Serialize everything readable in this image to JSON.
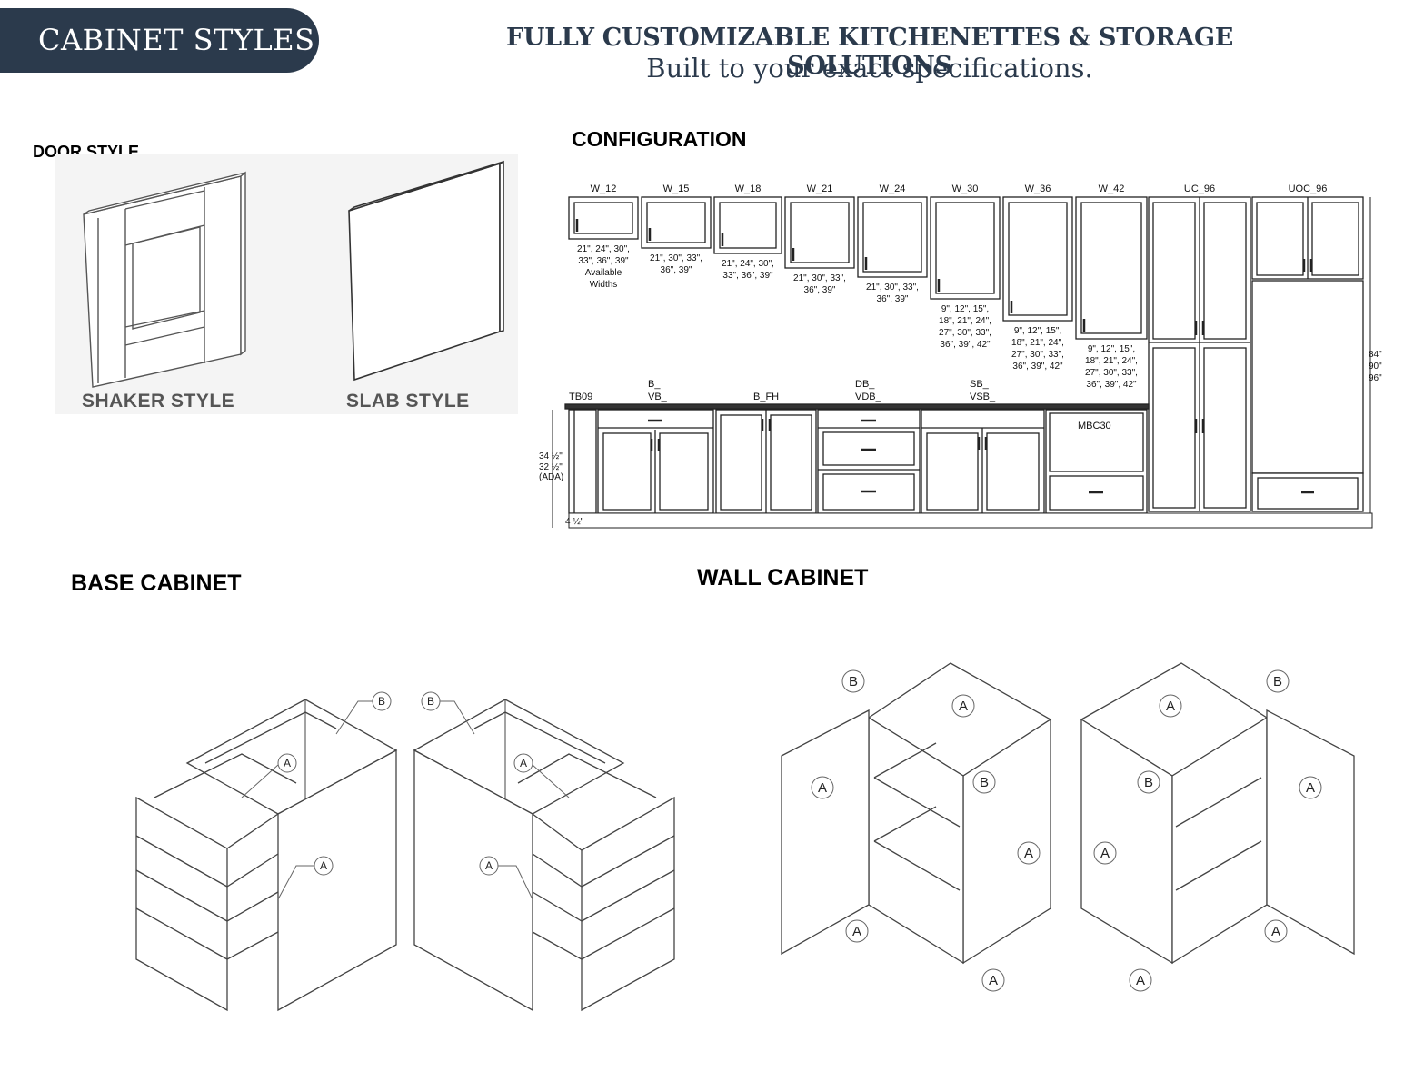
{
  "header": {
    "tab_title": "CABINET STYLES",
    "headline": "FULLY CUSTOMIZABLE KITCHENETTES & STORAGE SOLUTIONS",
    "subheadline": "Built to your exact specifications."
  },
  "door_style": {
    "heading": "DOOR STYLE",
    "shaker_label": "SHAKER STYLE",
    "slab_label": "SLAB STYLE"
  },
  "configuration": {
    "heading": "CONFIGURATION",
    "wall_units": [
      {
        "code": "W_12",
        "widths": [
          "21\", 24\", 30\",",
          "33\", 36\", 39\"",
          "Available",
          "Widths"
        ]
      },
      {
        "code": "W_15",
        "widths": [
          "21\", 30\", 33\",",
          "36\", 39\""
        ]
      },
      {
        "code": "W_18",
        "widths": [
          "21\", 24\", 30\",",
          "33\", 36\", 39\""
        ]
      },
      {
        "code": "W_21",
        "widths": [
          "21\", 30\", 33\",",
          "36\", 39\""
        ]
      },
      {
        "code": "W_24",
        "widths": [
          "21\", 30\", 33\",",
          "36\", 39\""
        ]
      },
      {
        "code": "W_30",
        "widths": [
          "9\", 12\", 15\",",
          "18\", 21\", 24\",",
          "27\", 30\", 33\",",
          "36\", 39\", 42\""
        ]
      },
      {
        "code": "W_36",
        "widths": [
          "9\", 12\", 15\",",
          "18\", 21\", 24\",",
          "27\", 30\", 33\",",
          "36\", 39\", 42\""
        ]
      },
      {
        "code": "W_42",
        "widths": [
          "9\", 12\", 15\",",
          "18\", 21\", 24\",",
          "27\", 30\", 33\",",
          "36\", 39\", 42\""
        ]
      },
      {
        "code": "UC_96",
        "widths": []
      },
      {
        "code": "UOC_96",
        "widths": []
      }
    ],
    "tall_heights": [
      "84\"",
      "90\"",
      "96\""
    ],
    "base_labels": {
      "tb": "TB09",
      "b_line1": "B_",
      "b_line2": "VB_",
      "bfh": "B_FH",
      "db_line1": "DB_",
      "db_line2": "VDB_",
      "sb_line1": "SB_",
      "sb_line2": "VSB_",
      "mbc": "MBC30"
    },
    "base_heights": [
      "34 ½\"",
      "32 ½\"",
      "(ADA)"
    ],
    "toe_kick": "4 ½\""
  },
  "base_cabinet": {
    "heading": "BASE CABINET",
    "callouts": [
      "A",
      "B",
      "A",
      "B",
      "A",
      "A"
    ]
  },
  "wall_cabinet": {
    "heading": "WALL CABINET",
    "callouts": [
      "B",
      "A",
      "A",
      "B",
      "A",
      "A",
      "A",
      "B",
      "A",
      "B",
      "A",
      "A",
      "A",
      "A"
    ]
  }
}
